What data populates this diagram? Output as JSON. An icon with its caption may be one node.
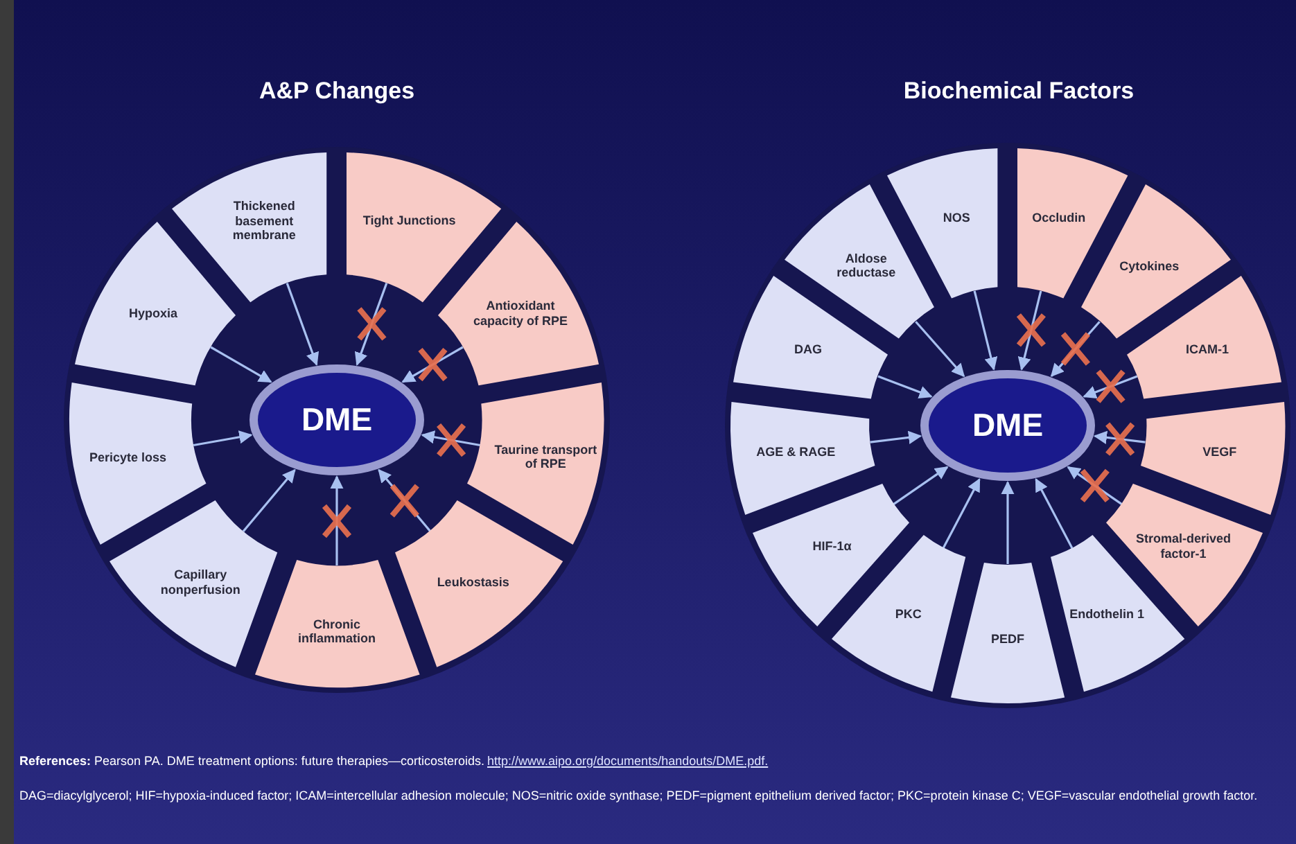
{
  "diagram": {
    "nodes": [
      {
        "text": [
          "DME"
        ]
      },
      {
        "text": [
          "Thickened basement membrane"
        ]
      },
      {
        "text": [
          "Tight Junctions"
        ]
      },
      {
        "text": [
          "Antioxidant capacity of RPE"
        ]
      },
      {
        "text": [
          "Taurine transport of RPE"
        ]
      },
      {
        "text": [
          "Leukostasis"
        ]
      },
      {
        "text": [
          "Chronic inflammation"
        ]
      },
      {
        "text": [
          "Capillary nonperfusion"
        ]
      },
      {
        "text": [
          "Pericyte loss"
        ]
      },
      {
        "text": [
          "Hypoxia"
        ]
      },
      {
        "text": [
          "DME"
        ]
      },
      {
        "text": [
          "NOS"
        ]
      },
      {
        "text": [
          "Occludin"
        ]
      },
      {
        "text": [
          "Cytokines"
        ]
      },
      {
        "text": [
          "ICAM-1"
        ]
      },
      {
        "text": [
          "VEGF"
        ]
      },
      {
        "text": [
          "Stromal-derived factor-1"
        ]
      },
      {
        "text": [
          "Endothelin 1"
        ]
      },
      {
        "text": [
          "PEDF"
        ]
      },
      {
        "text": [
          "PKC"
        ]
      },
      {
        "text": [
          "HIF-1α"
        ]
      },
      {
        "text": [
          "AGE & RAGE"
        ]
      },
      {
        "text": [
          "DAG"
        ]
      },
      {
        "text": [
          "Aldose reductase"
        ]
      }
    ],
    "edges": [
      {
        "from": 1,
        "to": 0,
        "arrow": "to"
      },
      {
        "from": 2,
        "to": 0,
        "arrow": "to"
      },
      {
        "from": 3,
        "to": 0,
        "arrow": "to"
      },
      {
        "from": 4,
        "to": 0,
        "arrow": "to"
      },
      {
        "from": 5,
        "to": 0,
        "arrow": "to"
      },
      {
        "from": 6,
        "to": 0,
        "arrow": "to"
      },
      {
        "from": 7,
        "to": 0,
        "arrow": "to"
      },
      {
        "from": 8,
        "to": 0,
        "arrow": "to"
      },
      {
        "from": 9,
        "to": 0,
        "arrow": "to"
      },
      {
        "from": 11,
        "to": 10,
        "arrow": "to"
      },
      {
        "from": 12,
        "to": 10,
        "arrow": "to"
      },
      {
        "from": 13,
        "to": 10,
        "arrow": "to"
      },
      {
        "from": 14,
        "to": 10,
        "arrow": "to"
      },
      {
        "from": 15,
        "to": 10,
        "arrow": "to"
      },
      {
        "from": 16,
        "to": 10,
        "arrow": "to"
      },
      {
        "from": 17,
        "to": 10,
        "arrow": "to"
      },
      {
        "from": 18,
        "to": 10,
        "arrow": "to"
      },
      {
        "from": 19,
        "to": 10,
        "arrow": "to"
      },
      {
        "from": 20,
        "to": 10,
        "arrow": "to"
      },
      {
        "from": 21,
        "to": 10,
        "arrow": "to"
      },
      {
        "from": 22,
        "to": 10,
        "arrow": "to"
      },
      {
        "from": 23,
        "to": 10,
        "arrow": "to"
      }
    ],
    "labels": [
      "A&P Changes",
      "Biochemical Factors",
      "**References:** Pearson PA. DME treatment options: future therapies—corticosteroids.",
      "http://www.aipo.org/documents/handouts/DME.pdf.",
      "DAG=diacylglycerol; HIF=hypoxia-induced factor; ICAM=intercellular adhesion molecule; NOS=nitric oxide synthase; PEDF=pigment epithelium derived factor; PKC=protein kinase C; VEGF=vascular endothelial growth factor."
    ]
  }
}
